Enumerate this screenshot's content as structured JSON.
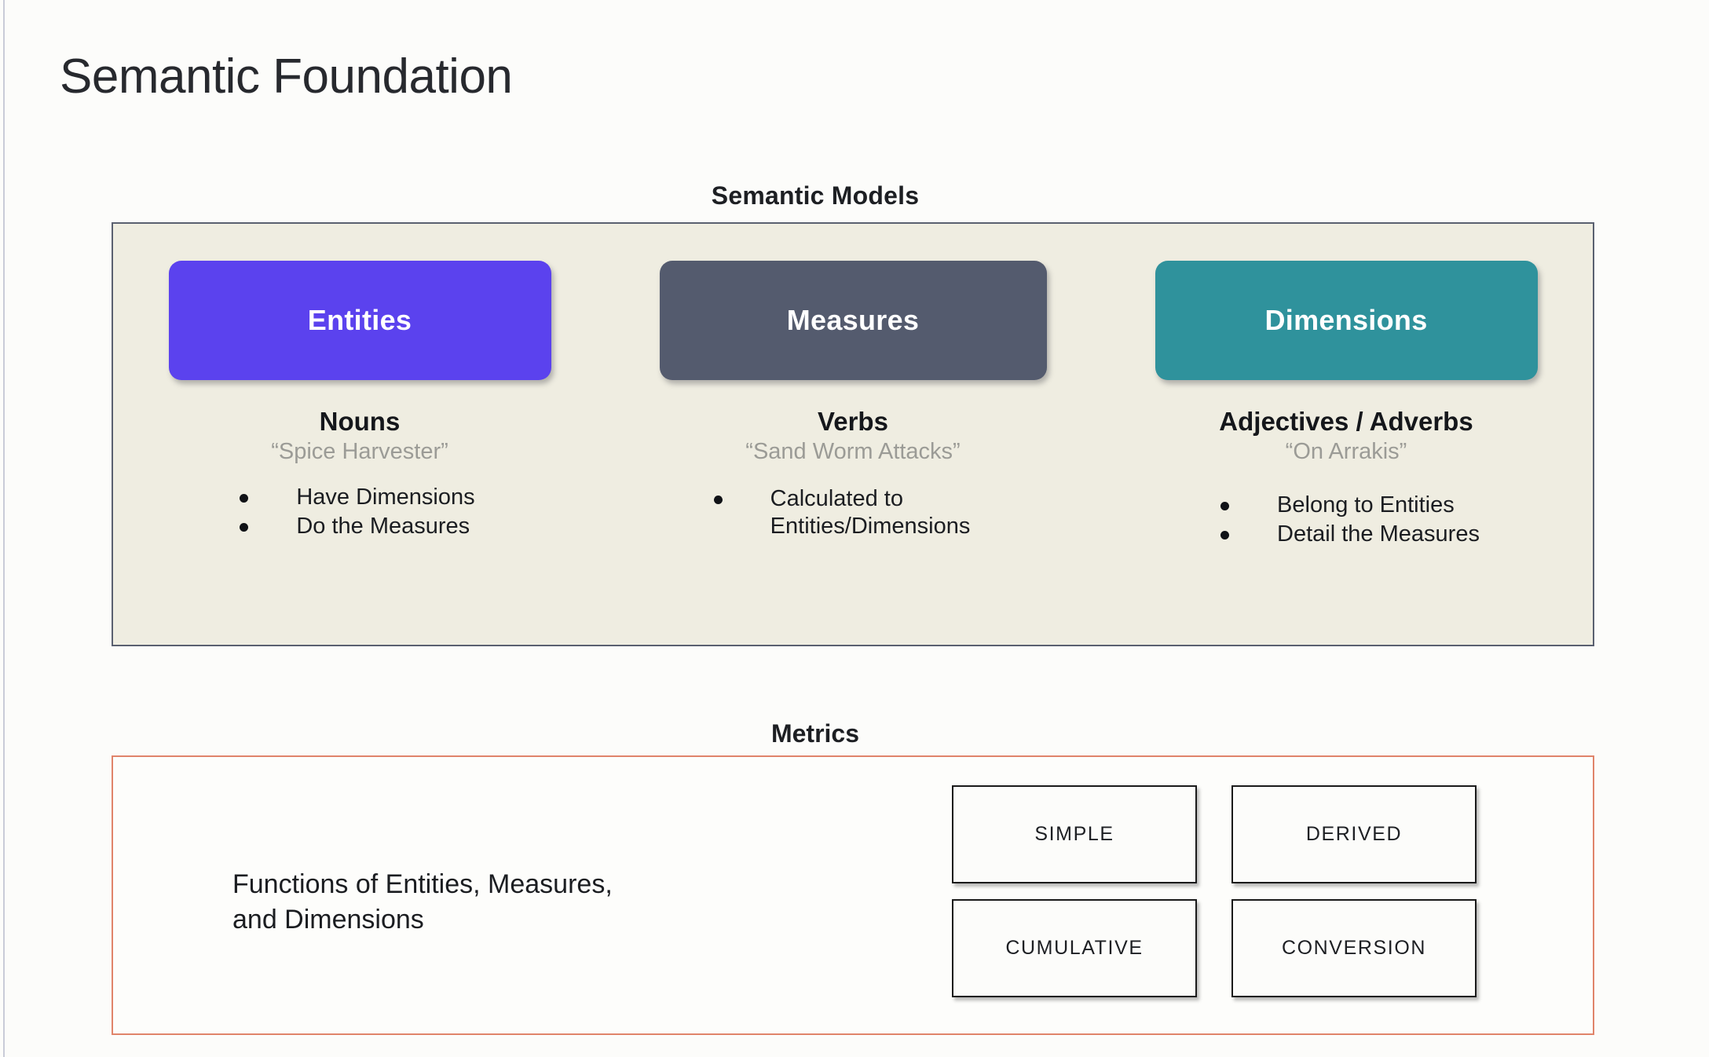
{
  "page": {
    "title": "Semantic Foundation",
    "background_color": "#FCFCFA"
  },
  "semantic_models": {
    "heading": "Semantic Models",
    "box_fill": "#EFEDE1",
    "box_border": "#5A6070",
    "columns": [
      {
        "pill_label": "Entities",
        "pill_color": "#5B42EE",
        "term": "Nouns",
        "example": "“Spice Harvester”",
        "bullets": [
          "Have Dimensions",
          "Do the Measures"
        ]
      },
      {
        "pill_label": "Measures",
        "pill_color": "#545B6E",
        "term": "Verbs",
        "example": "“Sand Worm Attacks”",
        "bullets": [
          "Calculated to\nEntities/Dimensions"
        ]
      },
      {
        "pill_label": "Dimensions",
        "pill_color": "#2F929C",
        "term": "Adjectives / Adverbs",
        "example": "“On Arrakis”",
        "bullets": [
          "Belong to Entities",
          "Detail the Measures"
        ]
      }
    ]
  },
  "metrics": {
    "heading": "Metrics",
    "box_border": "#E0846A",
    "description": "Functions of Entities, Measures,\nand Dimensions",
    "cards": [
      "SIMPLE",
      "DERIVED",
      "CUMULATIVE",
      "CONVERSION"
    ]
  }
}
